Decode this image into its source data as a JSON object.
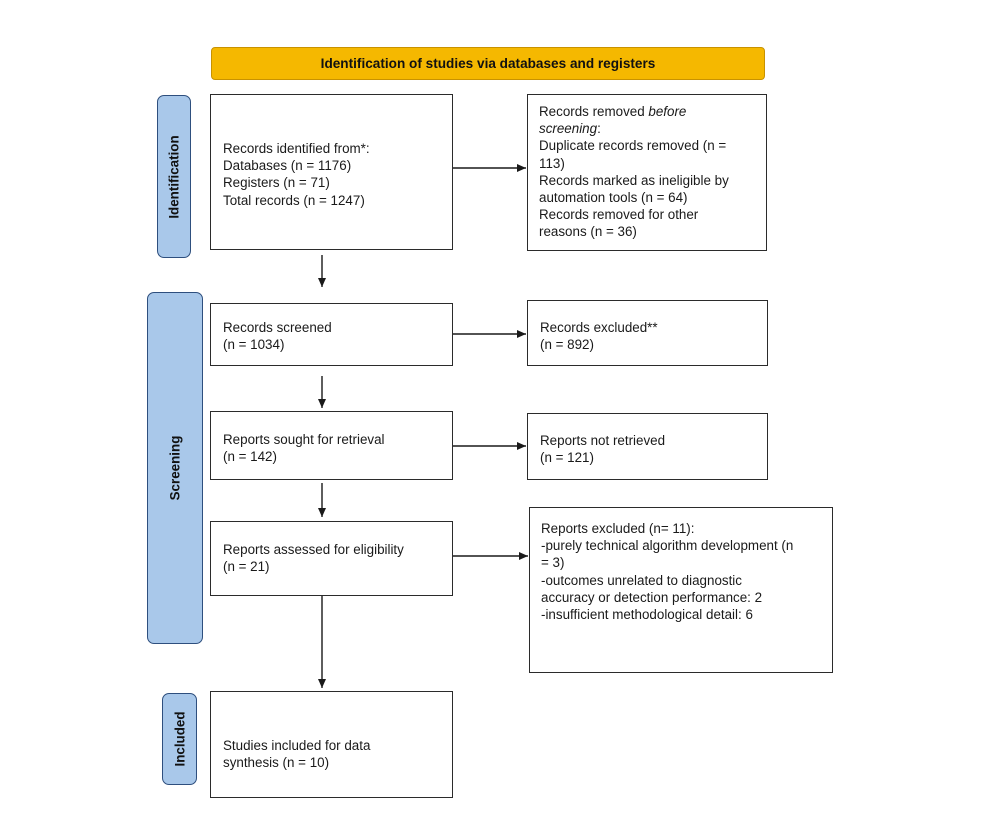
{
  "header": {
    "title": "Identification of studies via databases and registers"
  },
  "stages": {
    "identification": "Identification",
    "screening": "Screening",
    "included": "Included"
  },
  "boxes": {
    "records_identified": {
      "lines": [
        "Records identified from*:",
        "Databases (n = 1176)",
        "Registers (n = 71)",
        "Total records (n = 1247)"
      ]
    },
    "records_removed": {
      "line1_prefix": "Records removed ",
      "line1_italic": "before",
      "line2_italic": "screening",
      "line2_suffix": ":",
      "lines": [
        "Duplicate records removed  (n =",
        "113)",
        "Records marked as ineligible by",
        "automation tools (n = 64)",
        "Records removed for other",
        "reasons (n = 36)"
      ]
    },
    "records_screened": {
      "lines": [
        "Records screened",
        "(n = 1034)"
      ]
    },
    "records_excluded": {
      "lines": [
        "Records excluded**",
        "(n = 892)"
      ]
    },
    "reports_sought": {
      "lines": [
        "Reports sought for retrieval",
        "(n = 142)"
      ]
    },
    "reports_not_retrieved": {
      "lines": [
        "Reports not retrieved",
        "(n = 121)"
      ]
    },
    "reports_assessed": {
      "lines": [
        "Reports assessed for eligibility",
        "(n = 21)"
      ]
    },
    "reports_excluded": {
      "lines": [
        "Reports excluded (n= 11):",
        "-purely technical algorithm development (n",
        "= 3)",
        "-outcomes unrelated to diagnostic",
        "accuracy or detection performance: 2",
        "-insufficient methodological detail: 6"
      ]
    },
    "studies_included": {
      "lines": [
        "Studies included for data",
        "synthesis (n = 10)"
      ]
    }
  }
}
